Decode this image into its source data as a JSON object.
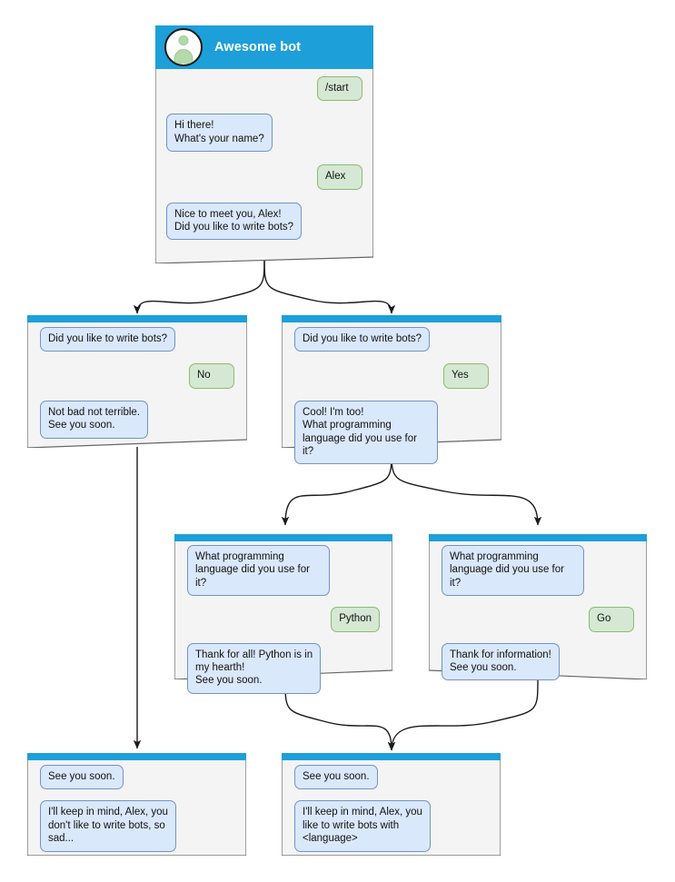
{
  "palette": {
    "header_blue": "#1d9fda",
    "card_body": "#f4f4f4",
    "card_border": "#666666",
    "bubble_in_fill": "#dae8fc",
    "bubble_in_border": "#7094c8",
    "bubble_out_fill": "#d5e8d4",
    "bubble_out_border": "#8cbb6d",
    "connector": "#1a1a1a",
    "avatar_green": "#b4d9ab",
    "title_text": "#ffffff",
    "body_text": "#111111"
  },
  "root_card": {
    "title": "Awesome bot",
    "avatar_icon": "user-avatar-icon",
    "messages": [
      {
        "side": "out",
        "text": "/start"
      },
      {
        "side": "in",
        "text": "Hi there!\nWhat's your name?"
      },
      {
        "side": "out",
        "text": "Alex"
      },
      {
        "side": "in",
        "text": "Nice to meet you, Alex!\nDid you like to write bots?"
      }
    ]
  },
  "cards": [
    {
      "id": "card-no",
      "messages": [
        {
          "side": "in",
          "text": "Did you like to write bots?"
        },
        {
          "side": "out",
          "text": "No"
        },
        {
          "side": "in",
          "text": "Not bad not terrible.\nSee you soon."
        }
      ]
    },
    {
      "id": "card-yes",
      "messages": [
        {
          "side": "in",
          "text": "Did you like to write bots?"
        },
        {
          "side": "out",
          "text": "Yes"
        },
        {
          "side": "in",
          "text": "Cool! I'm too!\nWhat programming\nlanguage did you use for it?"
        }
      ]
    },
    {
      "id": "card-python",
      "messages": [
        {
          "side": "in",
          "text": "What programming\nlanguage did you use for it?"
        },
        {
          "side": "out",
          "text": "Python"
        },
        {
          "side": "in",
          "text": "Thank for all! Python is in\nmy hearth!\nSee you soon."
        }
      ]
    },
    {
      "id": "card-go",
      "messages": [
        {
          "side": "in",
          "text": "What programming\nlanguage did you use for it?"
        },
        {
          "side": "out",
          "text": "Go"
        },
        {
          "side": "in",
          "text": "Thank for information!\nSee you soon."
        }
      ]
    },
    {
      "id": "card-end-sad",
      "messages": [
        {
          "side": "in",
          "text": "See you soon."
        },
        {
          "side": "in",
          "text": "I'll keep in mind, Alex, you\ndon't like to write bots, so\nsad..."
        }
      ]
    },
    {
      "id": "card-end-happy",
      "messages": [
        {
          "side": "in",
          "text": "See you soon."
        },
        {
          "side": "in",
          "text": "I'll keep in mind, Alex, you\nlike to write bots with\n<language>"
        }
      ]
    }
  ]
}
